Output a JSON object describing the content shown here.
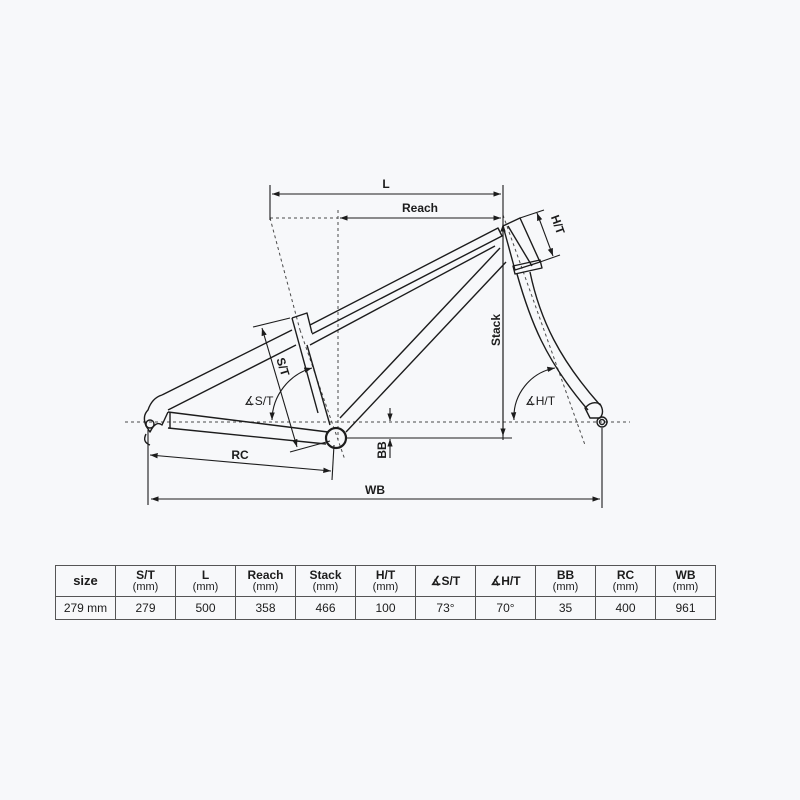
{
  "diagram": {
    "labels": {
      "L": "L",
      "reach": "Reach",
      "ht": "H/T",
      "stack": "Stack",
      "st": "S/T",
      "st_angle": "∡S/T",
      "ht_angle": "∡H/T",
      "bb": "BB",
      "rc": "RC",
      "wb": "WB"
    }
  },
  "table": {
    "headers": [
      {
        "label": "size",
        "unit": ""
      },
      {
        "label": "S/T",
        "unit": "(mm)"
      },
      {
        "label": "L",
        "unit": "(mm)"
      },
      {
        "label": "Reach",
        "unit": "(mm)"
      },
      {
        "label": "Stack",
        "unit": "(mm)"
      },
      {
        "label": "H/T",
        "unit": "(mm)"
      },
      {
        "label": "∡S/T",
        "unit": ""
      },
      {
        "label": "∡H/T",
        "unit": ""
      },
      {
        "label": "BB",
        "unit": "(mm)"
      },
      {
        "label": "RC",
        "unit": "(mm)"
      },
      {
        "label": "WB",
        "unit": "(mm)"
      }
    ],
    "rows": [
      [
        "279 mm",
        "279",
        "500",
        "358",
        "466",
        "100",
        "73°",
        "70°",
        "35",
        "400",
        "961"
      ]
    ]
  },
  "colors": {
    "background": "#f7f8fa",
    "line": "#1c1c1c"
  }
}
